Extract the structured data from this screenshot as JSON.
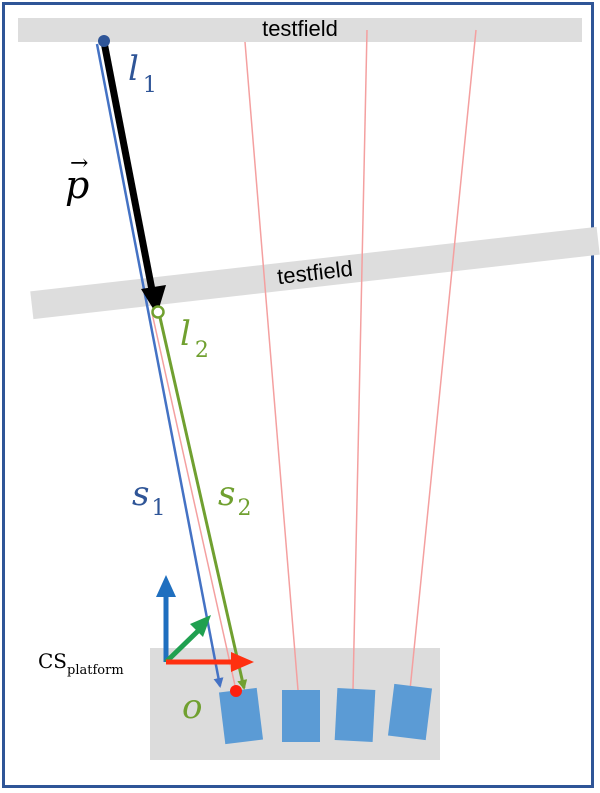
{
  "labels": {
    "testfield_top": "testfield",
    "testfield_mid": "testfield",
    "l1_main": "l",
    "l1_sub": "1",
    "p_vector": "p",
    "p_arrow": "→",
    "l2_main": "l",
    "l2_sub": "2",
    "s1_main": "s",
    "s1_sub": "1",
    "s2_main": "s",
    "s2_sub": "2",
    "cs_main": "CS",
    "cs_sub": "platform",
    "origin": "o"
  },
  "colors": {
    "frame": "#2f5597",
    "band": "#dddddd",
    "ray_blue": "#4472c4",
    "ray_green": "#70a030",
    "ray_pink": "#f4a0a0",
    "label_blue": "#2f5597",
    "label_green": "#70a030",
    "axis_blue": "#1f6fbf",
    "axis_green": "#20a050",
    "axis_red": "#ff3010",
    "camera": "#5b9bd5",
    "black": "#000000"
  }
}
